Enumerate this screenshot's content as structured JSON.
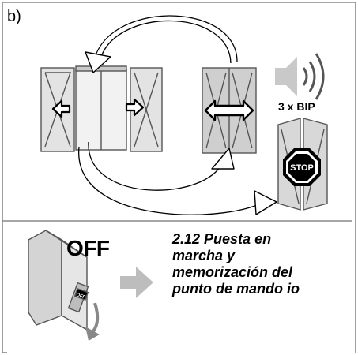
{
  "panel_label": "b)",
  "beep_label": "3 x BIP",
  "stop_sign_text": "STOP",
  "breaker_state_label": "OFF",
  "breaker_switch_text": "OFF",
  "caption_lines": [
    "2.12 Puesta en",
    "marcha y",
    "memorización del",
    "punto de mando io"
  ],
  "colors": {
    "frame": "#888888",
    "panel_fill": "#e3e3e3",
    "panel_fill_dark": "#c9c9c9",
    "outline": "#555555",
    "arrow_fill": "#bdbdbd"
  },
  "icons": [
    "speaker-icon",
    "sound-wave-icon",
    "stop-sign-icon",
    "curved-arrow-icon",
    "right-arrow-icon"
  ]
}
